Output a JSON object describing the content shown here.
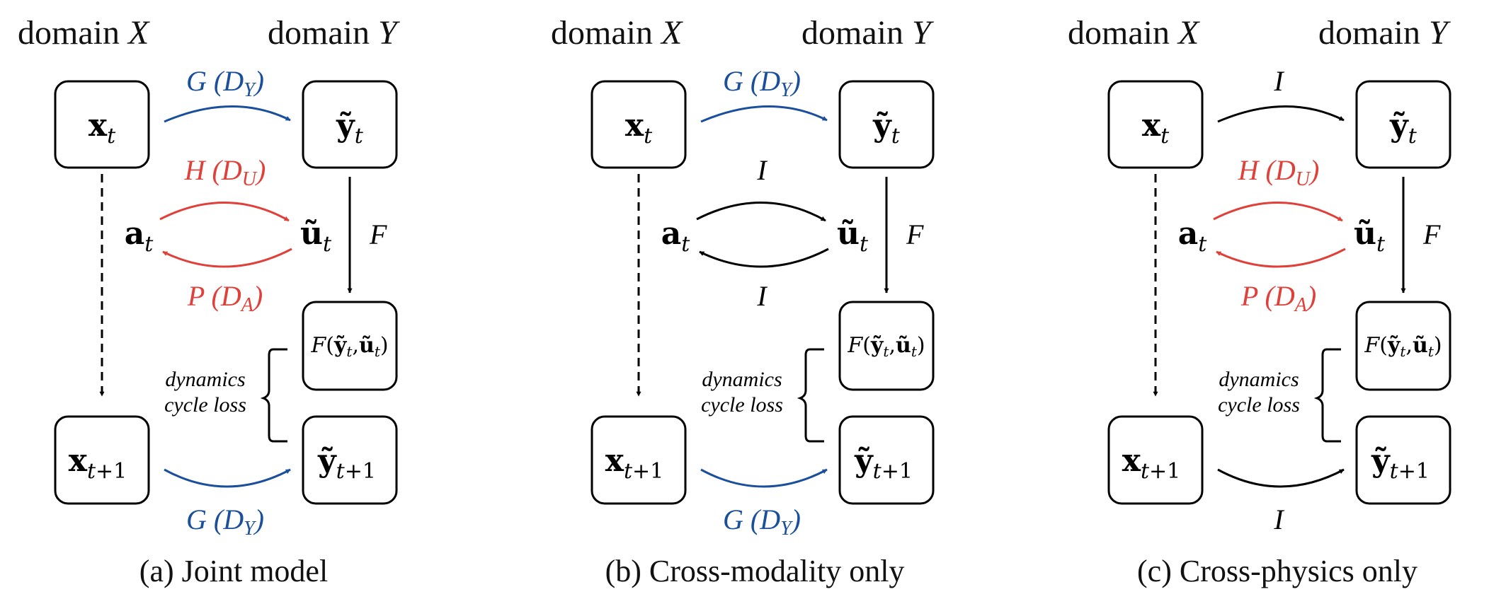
{
  "colors": {
    "blue": "#1a4f9c",
    "red": "#e0403a",
    "black": "#000000"
  },
  "panels": [
    {
      "domain_x": "domain X",
      "domain_y": "domain Y",
      "caption": "(a) Joint model",
      "nodes": {
        "x_t": "xt",
        "y_t": "ỹt",
        "a_t": "at",
        "u_t": "ũt",
        "f_node": "F(ỹt,ũt)",
        "x_t1": "xt+1",
        "y_t1": "ỹt+1"
      },
      "labels": {
        "top": "G (DY)",
        "mid_top": "H (DU)",
        "mid_bottom": "P (DA)",
        "f": "F",
        "bottom": "G (DY)"
      },
      "loss": {
        "line1": "dynamics",
        "line2": "cycle loss"
      }
    },
    {
      "domain_x": "domain X",
      "domain_y": "domain Y",
      "caption": "(b) Cross-modality only",
      "nodes": {
        "x_t": "xt",
        "y_t": "ỹt",
        "a_t": "at",
        "u_t": "ũt",
        "f_node": "F(ỹt,ũt)",
        "x_t1": "xt+1",
        "y_t1": "ỹt+1"
      },
      "labels": {
        "top": "G (DY)",
        "mid_top": "I",
        "mid_bottom": "I",
        "f": "F",
        "bottom": "G (DY)"
      },
      "loss": {
        "line1": "dynamics",
        "line2": "cycle loss"
      }
    },
    {
      "domain_x": "domain X",
      "domain_y": "domain Y",
      "caption": "(c) Cross-physics only",
      "nodes": {
        "x_t": "xt",
        "y_t": "ỹt",
        "a_t": "at",
        "u_t": "ũt",
        "f_node": "F(ỹt,ũt)",
        "x_t1": "xt+1",
        "y_t1": "ỹt+1"
      },
      "labels": {
        "top": "I",
        "mid_top": "H (DU)",
        "mid_bottom": "P (DA)",
        "f": "F",
        "bottom": "I"
      },
      "loss": {
        "line1": "dynamics",
        "line2": "cycle loss"
      }
    }
  ]
}
